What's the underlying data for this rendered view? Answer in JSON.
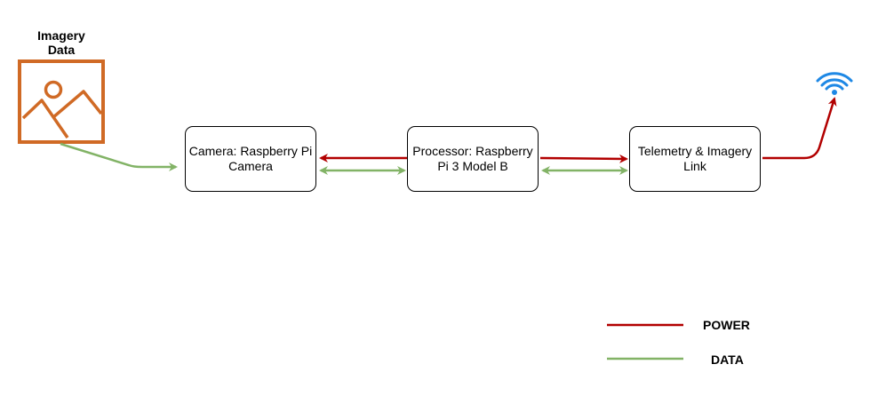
{
  "image_label": "Imagery\nData",
  "nodes": {
    "camera": "Camera: Raspberry Pi Camera",
    "processor": "Processor: Raspberry Pi 3 Model B",
    "link": "Telemetry & Imagery Link"
  },
  "legend": {
    "power": "POWER",
    "data": "DATA"
  },
  "colors": {
    "power": "#b20000",
    "data": "#82b366",
    "image_icon": "#d06a25",
    "wifi_icon": "#1e88e5"
  },
  "icons": {
    "image": "image-icon",
    "wireless": "wifi-icon"
  }
}
